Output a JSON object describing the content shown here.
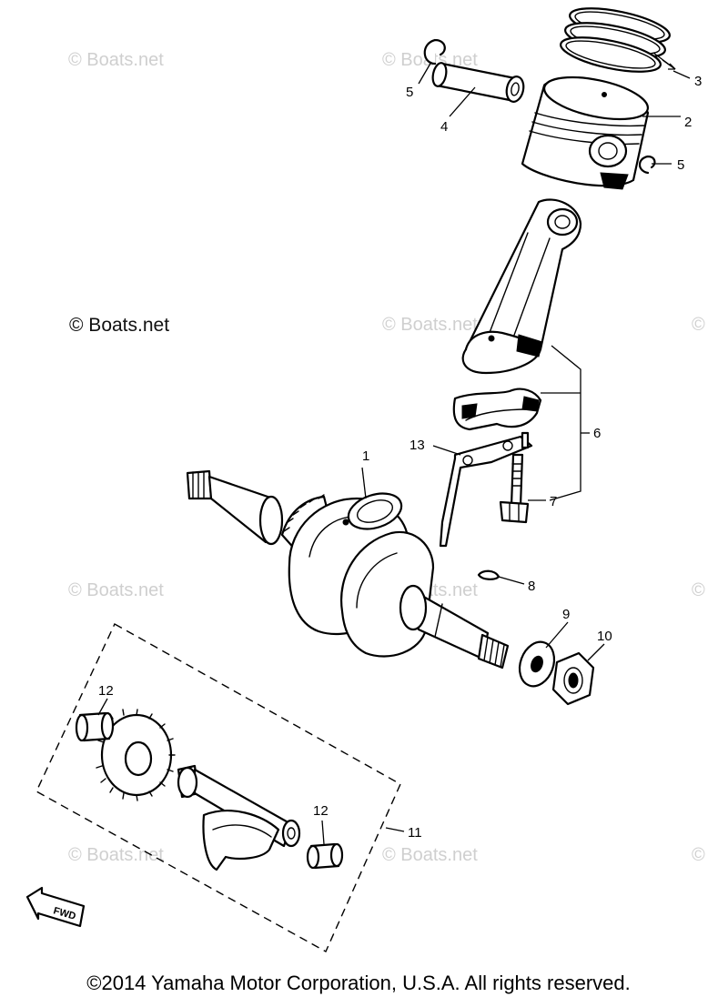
{
  "watermark": {
    "text": "© Boats.net",
    "prominent_text": "© Boats.net",
    "edge_mark": "©"
  },
  "callouts": {
    "c1": "1",
    "c2": "2",
    "c3": "3",
    "c4": "4",
    "c5a": "5",
    "c5b": "5",
    "c6": "6",
    "c7": "7",
    "c8": "8",
    "c9": "9",
    "c10": "10",
    "c11": "11",
    "c12a": "12",
    "c12b": "12",
    "c13": "13"
  },
  "fwd_label": "FWD",
  "copyright": "©2014 Yamaha Motor Corporation, U.S.A. All rights reserved."
}
